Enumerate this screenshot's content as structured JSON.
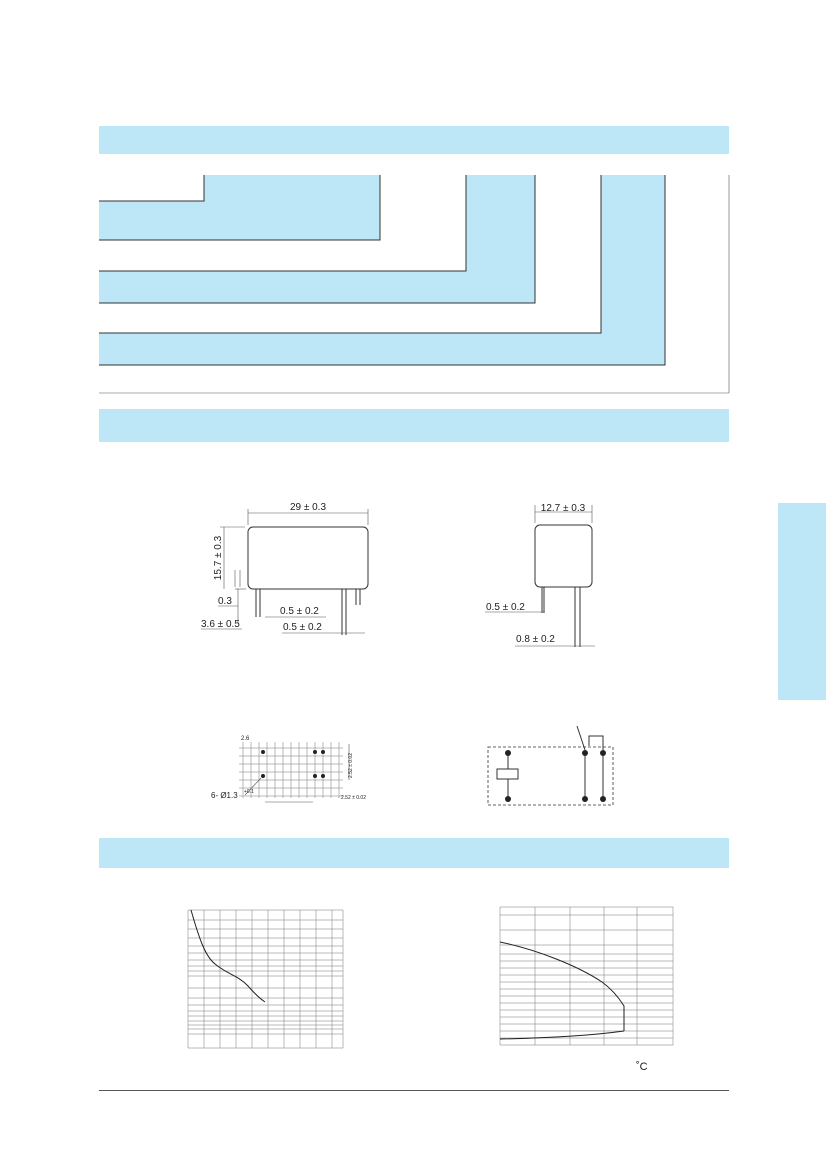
{
  "dimensions": {
    "front_width": "29 ± 0.3",
    "front_height": "15.7 ± 0.3",
    "front_standoff": "0.3",
    "front_pin_length": "3.6 ± 0.5",
    "front_pin_thickness_1": "0.5 ± 0.2",
    "front_pin_thickness_2": "0.5 ± 0.2",
    "side_width": "12.7 ± 0.3",
    "side_pin_thickness": "0.5 ± 0.2",
    "side_pin_width": "0.8 ± 0.2"
  },
  "pcb_layout": {
    "pitch_top": "2.6",
    "hole_spec": "6- Ø1.3",
    "hole_tol": "+0.1",
    "vert_pitch": "2.52 ± 0.02",
    "horiz_pitch": "2.52 ± 0.02"
  },
  "graphs": {
    "right_x_unit": "˚C"
  },
  "colors": {
    "band": "#bde6f7",
    "line": "#333333"
  }
}
